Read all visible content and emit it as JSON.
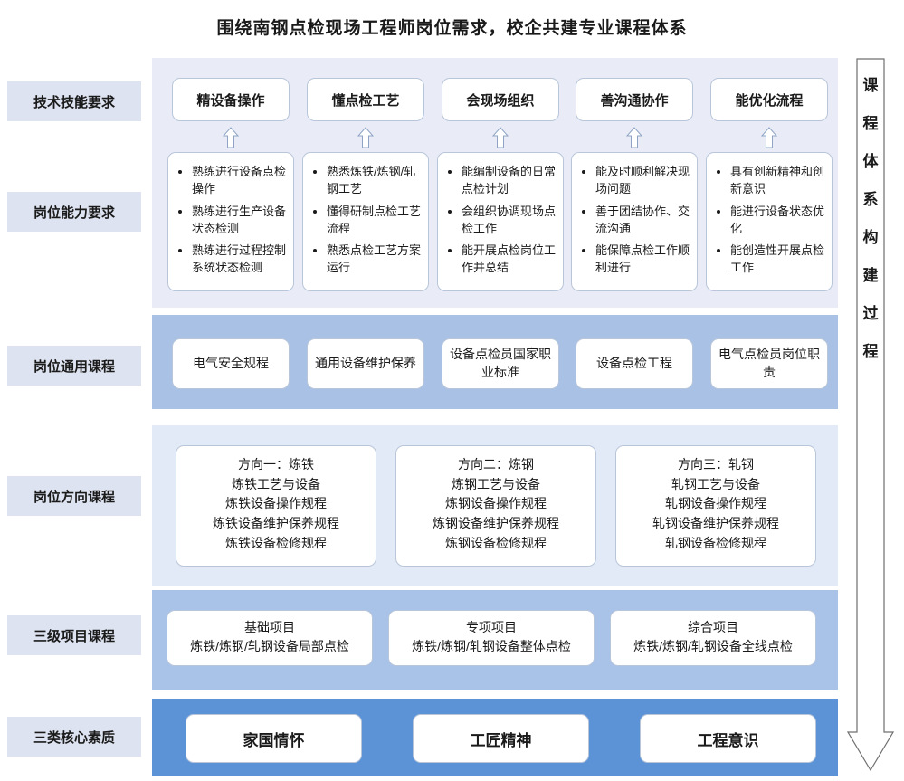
{
  "title": "围绕南钢点检现场工程师岗位需求，校企共建专业课程体系",
  "right_arrow": {
    "chars": [
      "课",
      "程",
      "体",
      "系",
      "构",
      "建",
      "过",
      "程"
    ]
  },
  "rows": [
    {
      "label": "技术技能要求",
      "items": [
        {
          "text": "精设备操作"
        },
        {
          "text": "懂点检工艺"
        },
        {
          "text": "会现场组织"
        },
        {
          "text": "善沟通协作"
        },
        {
          "text": "能优化流程"
        }
      ]
    },
    {
      "label": "岗位能力要求",
      "items": [
        {
          "bullets": [
            "熟练进行设备点检操作",
            "熟练进行生产设备状态检测",
            "熟练进行过程控制系统状态检测"
          ]
        },
        {
          "bullets": [
            "熟悉炼铁/炼钢/轧钢工艺",
            "懂得研制点检工艺流程",
            "熟悉点检工艺方案运行"
          ]
        },
        {
          "bullets": [
            "能编制设备的日常点检计划",
            "会组织协调现场点检工作",
            "能开展点检岗位工作并总结"
          ]
        },
        {
          "bullets": [
            "能及时顺利解决现场问题",
            "善于团结协作、交流沟通",
            "能保障点检工作顺利进行"
          ]
        },
        {
          "bullets": [
            "具有创新精神和创新意识",
            "能进行设备状态优化",
            "能创造性开展点检工作"
          ]
        }
      ]
    },
    {
      "label": "岗位通用课程",
      "items": [
        {
          "text": "电气安全规程"
        },
        {
          "text": "通用设备维护保养"
        },
        {
          "text": "设备点检员国家职业标准"
        },
        {
          "text": "设备点检工程"
        },
        {
          "text": "电气点检员岗位职责"
        }
      ]
    },
    {
      "label": "岗位方向课程",
      "items": [
        {
          "lines": [
            "方向一：炼铁",
            "炼铁工艺与设备",
            "炼铁设备操作规程",
            "炼铁设备维护保养规程",
            "炼铁设备检修规程"
          ]
        },
        {
          "lines": [
            "方向二：炼钢",
            "炼钢工艺与设备",
            "炼钢设备操作规程",
            "炼钢设备维护保养规程",
            "炼钢设备检修规程"
          ]
        },
        {
          "lines": [
            "方向三：轧钢",
            "轧钢工艺与设备",
            "轧钢设备操作规程",
            "轧钢设备维护保养规程",
            "轧钢设备检修规程"
          ]
        }
      ]
    },
    {
      "label": "三级项目课程",
      "items": [
        {
          "lines": [
            "基础项目",
            "炼铁/炼钢/轧钢设备局部点检"
          ]
        },
        {
          "lines": [
            "专项项目",
            "炼铁/炼钢/轧钢设备整体点检"
          ]
        },
        {
          "lines": [
            "综合项目",
            "炼铁/炼钢/轧钢设备全线点检"
          ]
        }
      ]
    },
    {
      "label": "三类核心素质",
      "items": [
        {
          "text": "家国情怀"
        },
        {
          "text": "工匠精神"
        },
        {
          "text": "工程意识"
        }
      ]
    }
  ]
}
